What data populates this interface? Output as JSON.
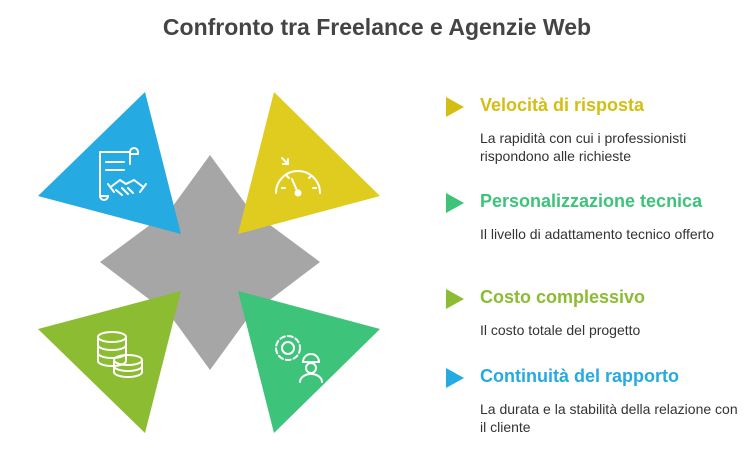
{
  "title": "Confronto tra Freelance e Agenzie Web",
  "colors": {
    "blue": "#25AAE1",
    "yellow": "#E0CC1E",
    "green": "#3DC37A",
    "lime": "#8BBC32",
    "center": "#A6A6A6"
  },
  "petals": [
    {
      "position": "top-left",
      "icon": "contract-handshake-icon",
      "color": "#25AAE1"
    },
    {
      "position": "top-right",
      "icon": "speedometer-icon",
      "color": "#E0CC1E"
    },
    {
      "position": "bottom-right",
      "icon": "gear-worker-icon",
      "color": "#3DC37A"
    },
    {
      "position": "bottom-left",
      "icon": "coin-stack-icon",
      "color": "#8BBC32"
    }
  ],
  "legend": [
    {
      "title": "Velocità di risposta",
      "description": "La rapidità con cui i professionisti rispondono alle richieste",
      "color": "#D4BE14"
    },
    {
      "title": "Personalizzazione tecnica",
      "description": "Il livello di adattamento tecnico offerto",
      "color": "#3DC37A"
    },
    {
      "title": "Costo complessivo",
      "description": "Il costo totale del progetto",
      "color": "#8BBC32"
    },
    {
      "title": "Continuità del rapporto",
      "description": "La durata e la stabilità della relazione con il cliente",
      "color": "#25AAE1"
    }
  ]
}
